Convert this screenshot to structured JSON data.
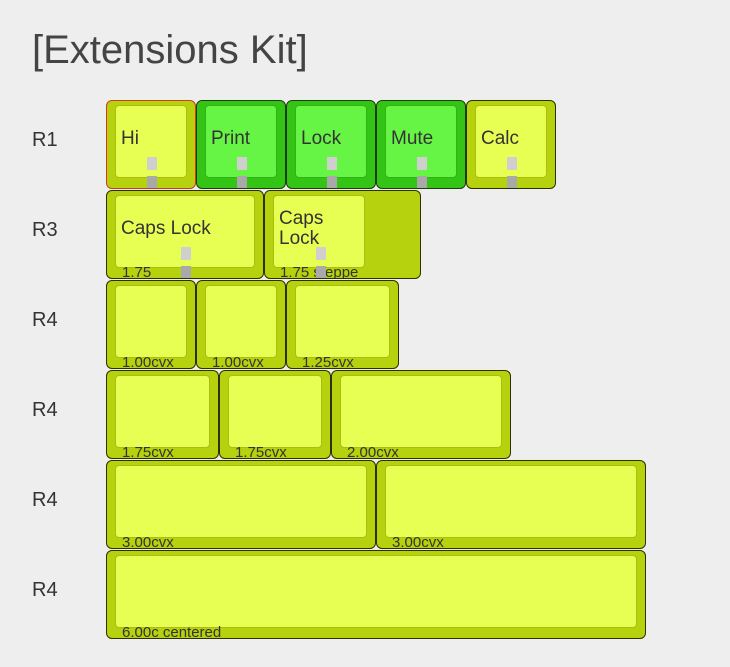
{
  "title": "[Extensions Kit]",
  "colors": {
    "background": "#eeeeee",
    "key_yellow_green": "#b6d10d",
    "keytop_yellow": "#e7ff52",
    "key_green": "#33c416",
    "keytop_green": "#66f545",
    "selected_outline": "#d23b1f"
  },
  "rows": [
    {
      "label": "R1",
      "keys": [
        {
          "legend": "Hi",
          "sublegend": "",
          "color": "yellow",
          "selected": true,
          "stem": true
        },
        {
          "legend": "Print",
          "sublegend": "",
          "color": "green",
          "selected": false,
          "stem": true
        },
        {
          "legend": "Lock",
          "sublegend": "",
          "color": "green",
          "selected": false,
          "stem": true
        },
        {
          "legend": "Mute",
          "sublegend": "",
          "color": "green",
          "selected": false,
          "stem": true
        },
        {
          "legend": "Calc",
          "sublegend": "",
          "color": "yellow",
          "selected": false,
          "stem": true
        }
      ]
    },
    {
      "label": "R3",
      "keys": [
        {
          "legend": "Caps Lock",
          "sublegend": "1.75",
          "color": "yellow",
          "selected": false,
          "stem": true
        },
        {
          "legend": "Caps Lock",
          "sublegend": "1.75 steppe",
          "color": "yellow",
          "selected": false,
          "stem": true
        }
      ]
    },
    {
      "label": "R4",
      "keys": [
        {
          "legend": "",
          "sublegend": "1.00cvx",
          "color": "yellow"
        },
        {
          "legend": "",
          "sublegend": "1.00cvx",
          "color": "yellow"
        },
        {
          "legend": "",
          "sublegend": "1.25cvx",
          "color": "yellow"
        }
      ]
    },
    {
      "label": "R4",
      "keys": [
        {
          "legend": "",
          "sublegend": "1.75cvx",
          "color": "yellow"
        },
        {
          "legend": "",
          "sublegend": "1.75cvx",
          "color": "yellow"
        },
        {
          "legend": "",
          "sublegend": "2.00cvx",
          "color": "yellow"
        }
      ]
    },
    {
      "label": "R4",
      "keys": [
        {
          "legend": "",
          "sublegend": "3.00cvx",
          "color": "yellow"
        },
        {
          "legend": "",
          "sublegend": "3.00cvx",
          "color": "yellow"
        }
      ]
    },
    {
      "label": "R4",
      "keys": [
        {
          "legend": "",
          "sublegend": "6.00c centered",
          "color": "yellow"
        }
      ]
    }
  ]
}
